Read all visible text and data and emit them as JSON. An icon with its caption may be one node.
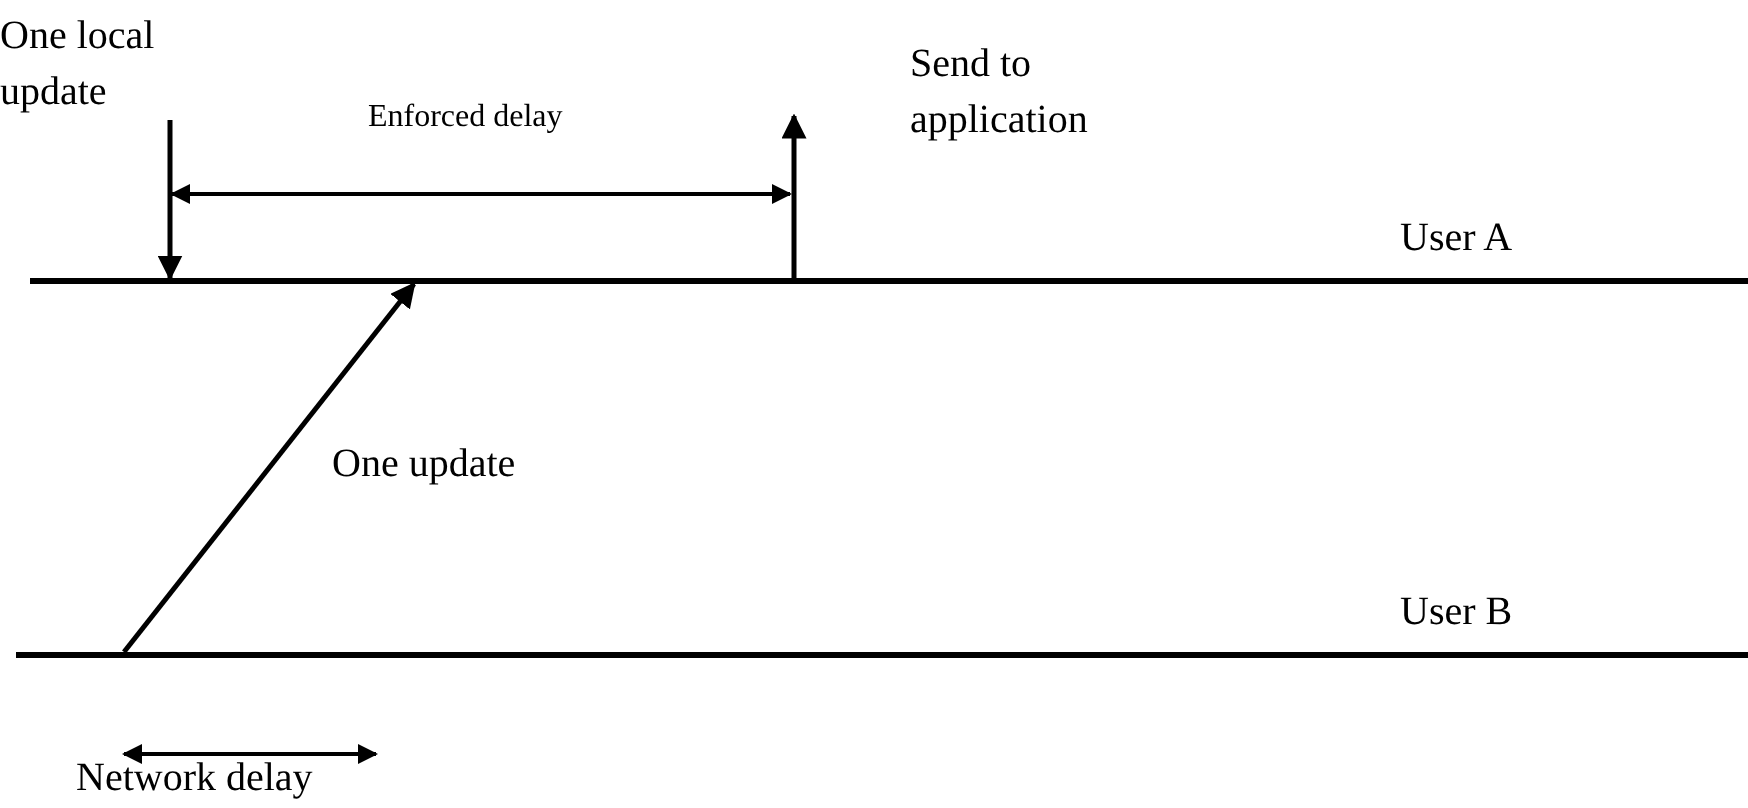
{
  "diagram": {
    "nodes": [
      {
        "text": [
          "One local update"
        ]
      },
      {
        "text": [
          "Send to application"
        ]
      },
      {
        "text": [
          "User A"
        ]
      },
      {
        "text": [
          "User B"
        ]
      }
    ],
    "edges": [
      {
        "from": 0,
        "to": 2,
        "arrow": "to"
      },
      {
        "from": 2,
        "to": 1,
        "arrow": "to"
      },
      {
        "from": 3,
        "to": 2,
        "arrow": "to",
        "label": "One update"
      }
    ],
    "labels": [
      "Enforced delay",
      "Network delay"
    ]
  }
}
